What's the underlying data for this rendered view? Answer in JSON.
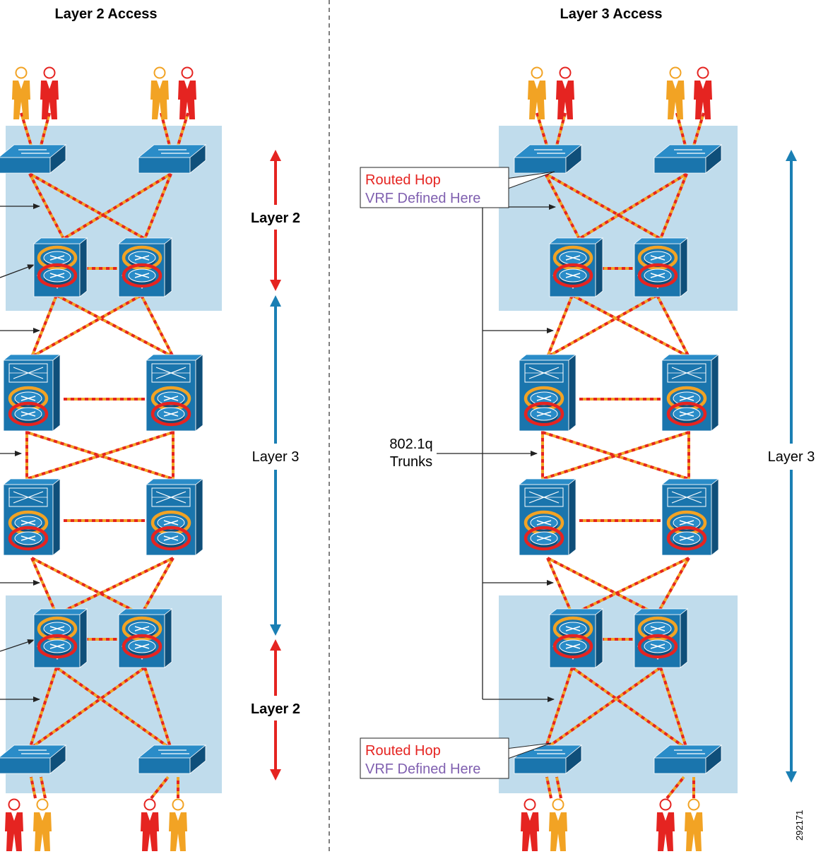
{
  "left_title": "Layer 2 Access",
  "right_title": "Layer 3 Access",
  "left_scale": {
    "top_label": "Layer 2",
    "middle_label": "Layer 3",
    "bottom_label": "Layer 2"
  },
  "right_scale": {
    "label": "Layer 3"
  },
  "callouts": {
    "top": {
      "line1": "Routed Hop",
      "line2": "VRF Defined Here"
    },
    "bottom": {
      "line1": "Routed Hop",
      "line2": "VRF Defined Here"
    }
  },
  "trunks_label": {
    "line1": "802.1q",
    "line2": "Trunks"
  },
  "figure_id": "292171",
  "colors": {
    "block_bg": "#c0dcec",
    "device": "#1a75ad",
    "device_dark": "#0f4f7a",
    "user_orange": "#f2a324",
    "user_red": "#e52421",
    "scale_red": "#e52421",
    "scale_blue": "#1a7fb4",
    "callout_red": "#e52421",
    "callout_purple": "#8060b0",
    "link_orange": "#f2a324",
    "link_red": "#e52421"
  },
  "icons": [
    "user-icon",
    "access-switch-icon",
    "vss-distribution-icon",
    "core-switch-router-icon",
    "arrow-icon"
  ]
}
